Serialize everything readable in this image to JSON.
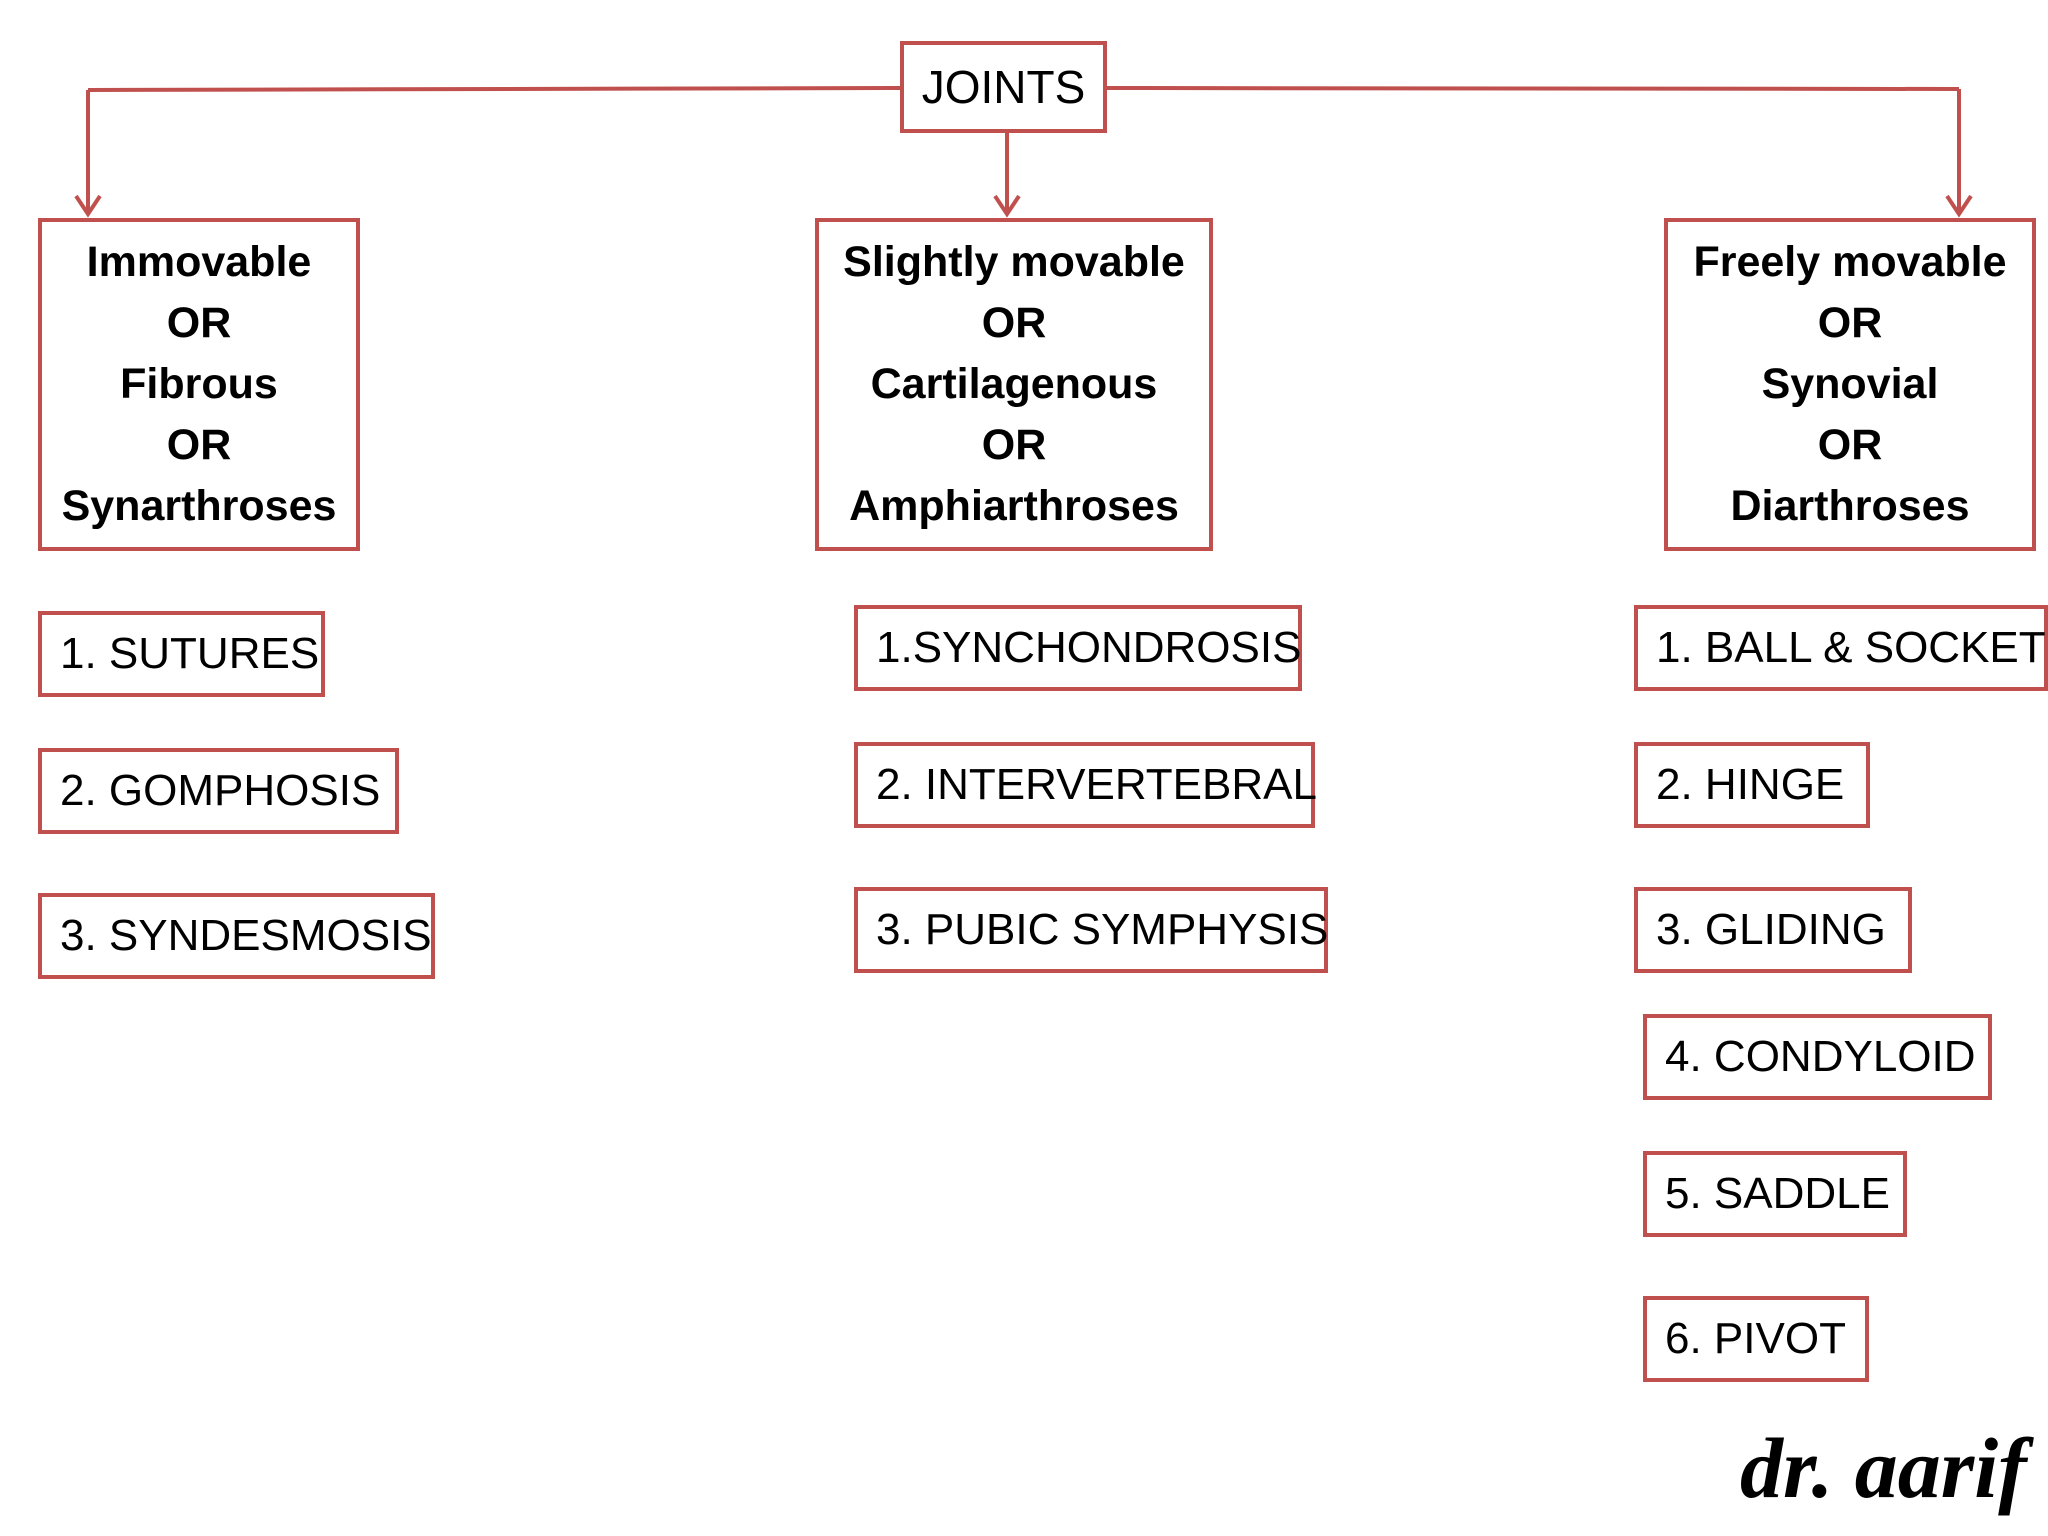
{
  "root": {
    "label": "JOINTS"
  },
  "categories": [
    {
      "lines": [
        "Immovable",
        "OR",
        "Fibrous",
        "OR",
        "Synarthroses"
      ],
      "items": [
        "1. SUTURES",
        "2. GOMPHOSIS",
        "3. SYNDESMOSIS"
      ]
    },
    {
      "lines": [
        "Slightly movable",
        "OR",
        "Cartilagenous",
        "OR",
        "Amphiarthroses"
      ],
      "items": [
        "1.SYNCHONDROSIS",
        "2. INTERVERTEBRAL",
        "3. PUBIC SYMPHYSIS"
      ]
    },
    {
      "lines": [
        "Freely movable",
        "OR",
        "Synovial",
        "OR",
        "Diarthroses"
      ],
      "items": [
        "1. BALL & SOCKET",
        "2. HINGE",
        "3. GLIDING",
        "4. CONDYLOID",
        "5. SADDLE",
        "6. PIVOT"
      ]
    }
  ],
  "signature": "dr. aarif",
  "colors": {
    "box_border": "#c0504d",
    "connector": "#c0504d"
  }
}
